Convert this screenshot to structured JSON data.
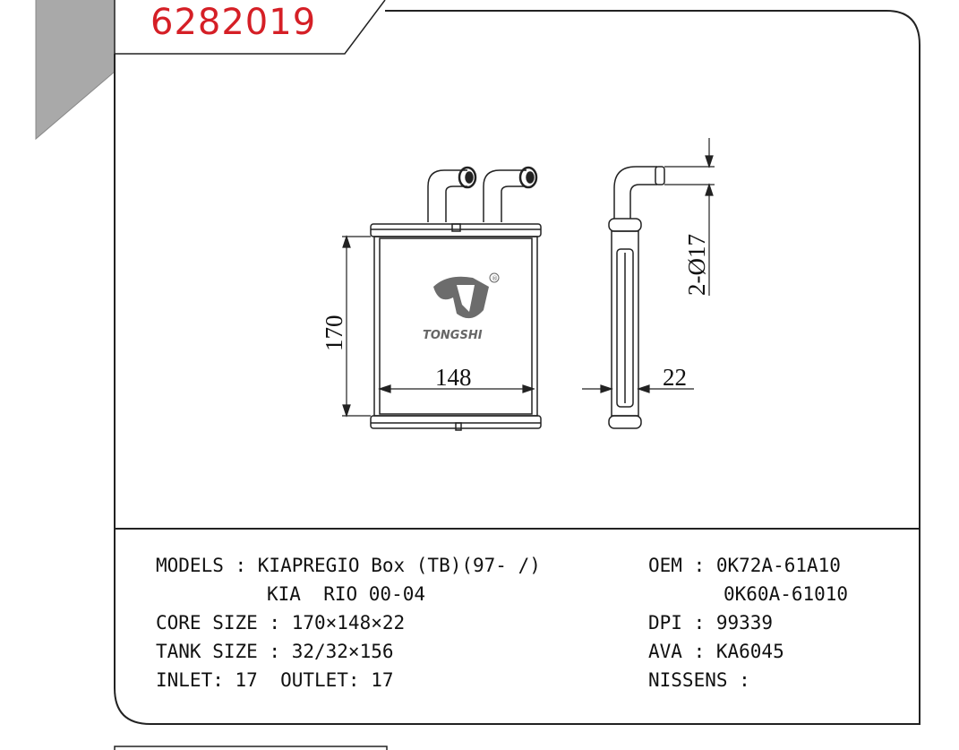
{
  "part_number": "6282019",
  "dimensions": {
    "height": "170",
    "width": "148",
    "depth": "22",
    "pipe": "2-Ø17"
  },
  "logo": {
    "text": "TONGSHI",
    "registered": "®"
  },
  "specs": {
    "models_label": "MODELS : KIAPREGIO Box (TB)(97- /)",
    "models_line2": "KIA  RIO 00-04",
    "core_size": "CORE SIZE : 170×148×22",
    "tank_size": "TANK SIZE : 32/32×156",
    "inlet_outlet": "INLET: 17  OUTLET: 17",
    "oem": "OEM : 0K72A-61A10",
    "oem_line2": "0K60A-61010",
    "dpi": "DPI : 99339",
    "ava": "AVA : KA6045",
    "nissens": "NISSENS :"
  }
}
